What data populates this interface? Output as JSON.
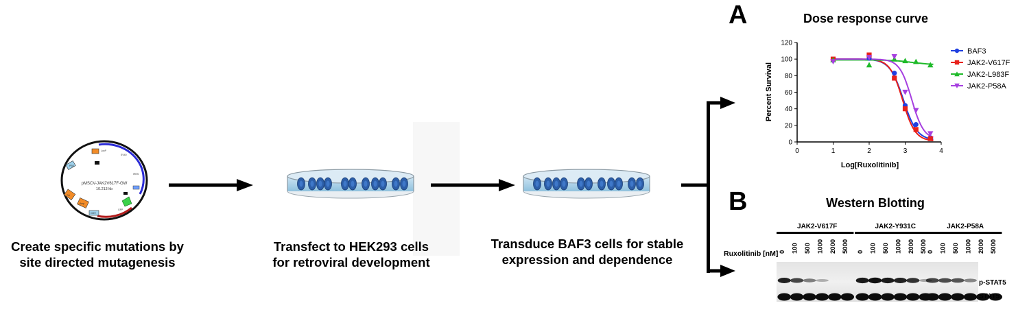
{
  "workflow": {
    "plasmid": {
      "name": "pMSCV-JAK2V617F-GW",
      "size": "10.213 kb",
      "feature_labels": [
        "LoxP",
        "PBS",
        "SV40",
        "Ori",
        "Amp",
        "CMV",
        "IRES",
        "GFP"
      ]
    },
    "steps": [
      {
        "line1": "Create  specific mutations by",
        "line2": "site directed mutagenesis"
      },
      {
        "line1": "Transfect to HEK293 cells",
        "line2": "for retroviral development"
      },
      {
        "line1": "Transduce BAF3 cells for stable",
        "line2": "expression and dependence"
      }
    ]
  },
  "panel_a": {
    "letter": "A",
    "chart_data": {
      "type": "scatter",
      "title": "Dose response curve",
      "xlabel": "Log[Ruxolitinib]",
      "ylabel": "Percent Survival",
      "xlim": [
        0,
        4
      ],
      "ylim": [
        0,
        120
      ],
      "xticks": [
        0,
        1,
        2,
        3,
        4
      ],
      "yticks": [
        0,
        20,
        40,
        60,
        80,
        100,
        120
      ],
      "grid": false,
      "legend": "right",
      "x": [
        1,
        2,
        2.7,
        3,
        3.3,
        3.7
      ],
      "series": [
        {
          "name": "BAF3",
          "color": "#1f3fe0",
          "marker": "circle",
          "values": [
            99,
            101,
            83,
            44,
            21,
            5
          ],
          "fit": {
            "top": 100,
            "bottom": 2,
            "ic50": 2.95,
            "hill": 2.3
          }
        },
        {
          "name": "JAK2-V617F",
          "color": "#e8211b",
          "marker": "square",
          "values": [
            100,
            105,
            77,
            40,
            15,
            4
          ],
          "fit": {
            "top": 100,
            "bottom": 1,
            "ic50": 2.93,
            "hill": 2.5
          }
        },
        {
          "name": "JAK2-L983F",
          "color": "#1fba2a",
          "marker": "triangle-up",
          "values": [
            99,
            93,
            100,
            98,
            97,
            93
          ],
          "fit": {
            "top": 99,
            "bottom": 93,
            "ic50": 3.2,
            "hill": 1.5
          }
        },
        {
          "name": "JAK2-P58A",
          "color": "#a63fe0",
          "marker": "triangle-down",
          "values": [
            97,
            102,
            103,
            60,
            38,
            10
          ],
          "fit": {
            "top": 100,
            "bottom": 3,
            "ic50": 3.18,
            "hill": 2.6
          }
        }
      ]
    }
  },
  "panel_b": {
    "letter": "B",
    "title": "Western Blotting",
    "dose_label": "Ruxolitinib [nM]",
    "groups": [
      {
        "name": "JAK2-V617F",
        "doses": [
          "0",
          "100",
          "500",
          "1000",
          "2000",
          "5000"
        ],
        "pstat5": [
          0.9,
          0.7,
          0.35,
          0.05,
          0,
          0
        ]
      },
      {
        "name": "JAK2-Y931C",
        "doses": [
          "0",
          "100",
          "500",
          "1000",
          "2000",
          "5000"
        ],
        "pstat5": [
          0.95,
          1,
          0.95,
          0.9,
          0.8,
          0.1
        ]
      },
      {
        "name": "JAK2-P58A",
        "doses": [
          "0",
          "100",
          "500",
          "1000",
          "2000",
          "5000"
        ],
        "pstat5": [
          0.7,
          0.65,
          0.6,
          0.3,
          0,
          0
        ]
      }
    ],
    "band_labels": {
      "top": "p-STAT5",
      "bottom": "STAT5"
    }
  }
}
